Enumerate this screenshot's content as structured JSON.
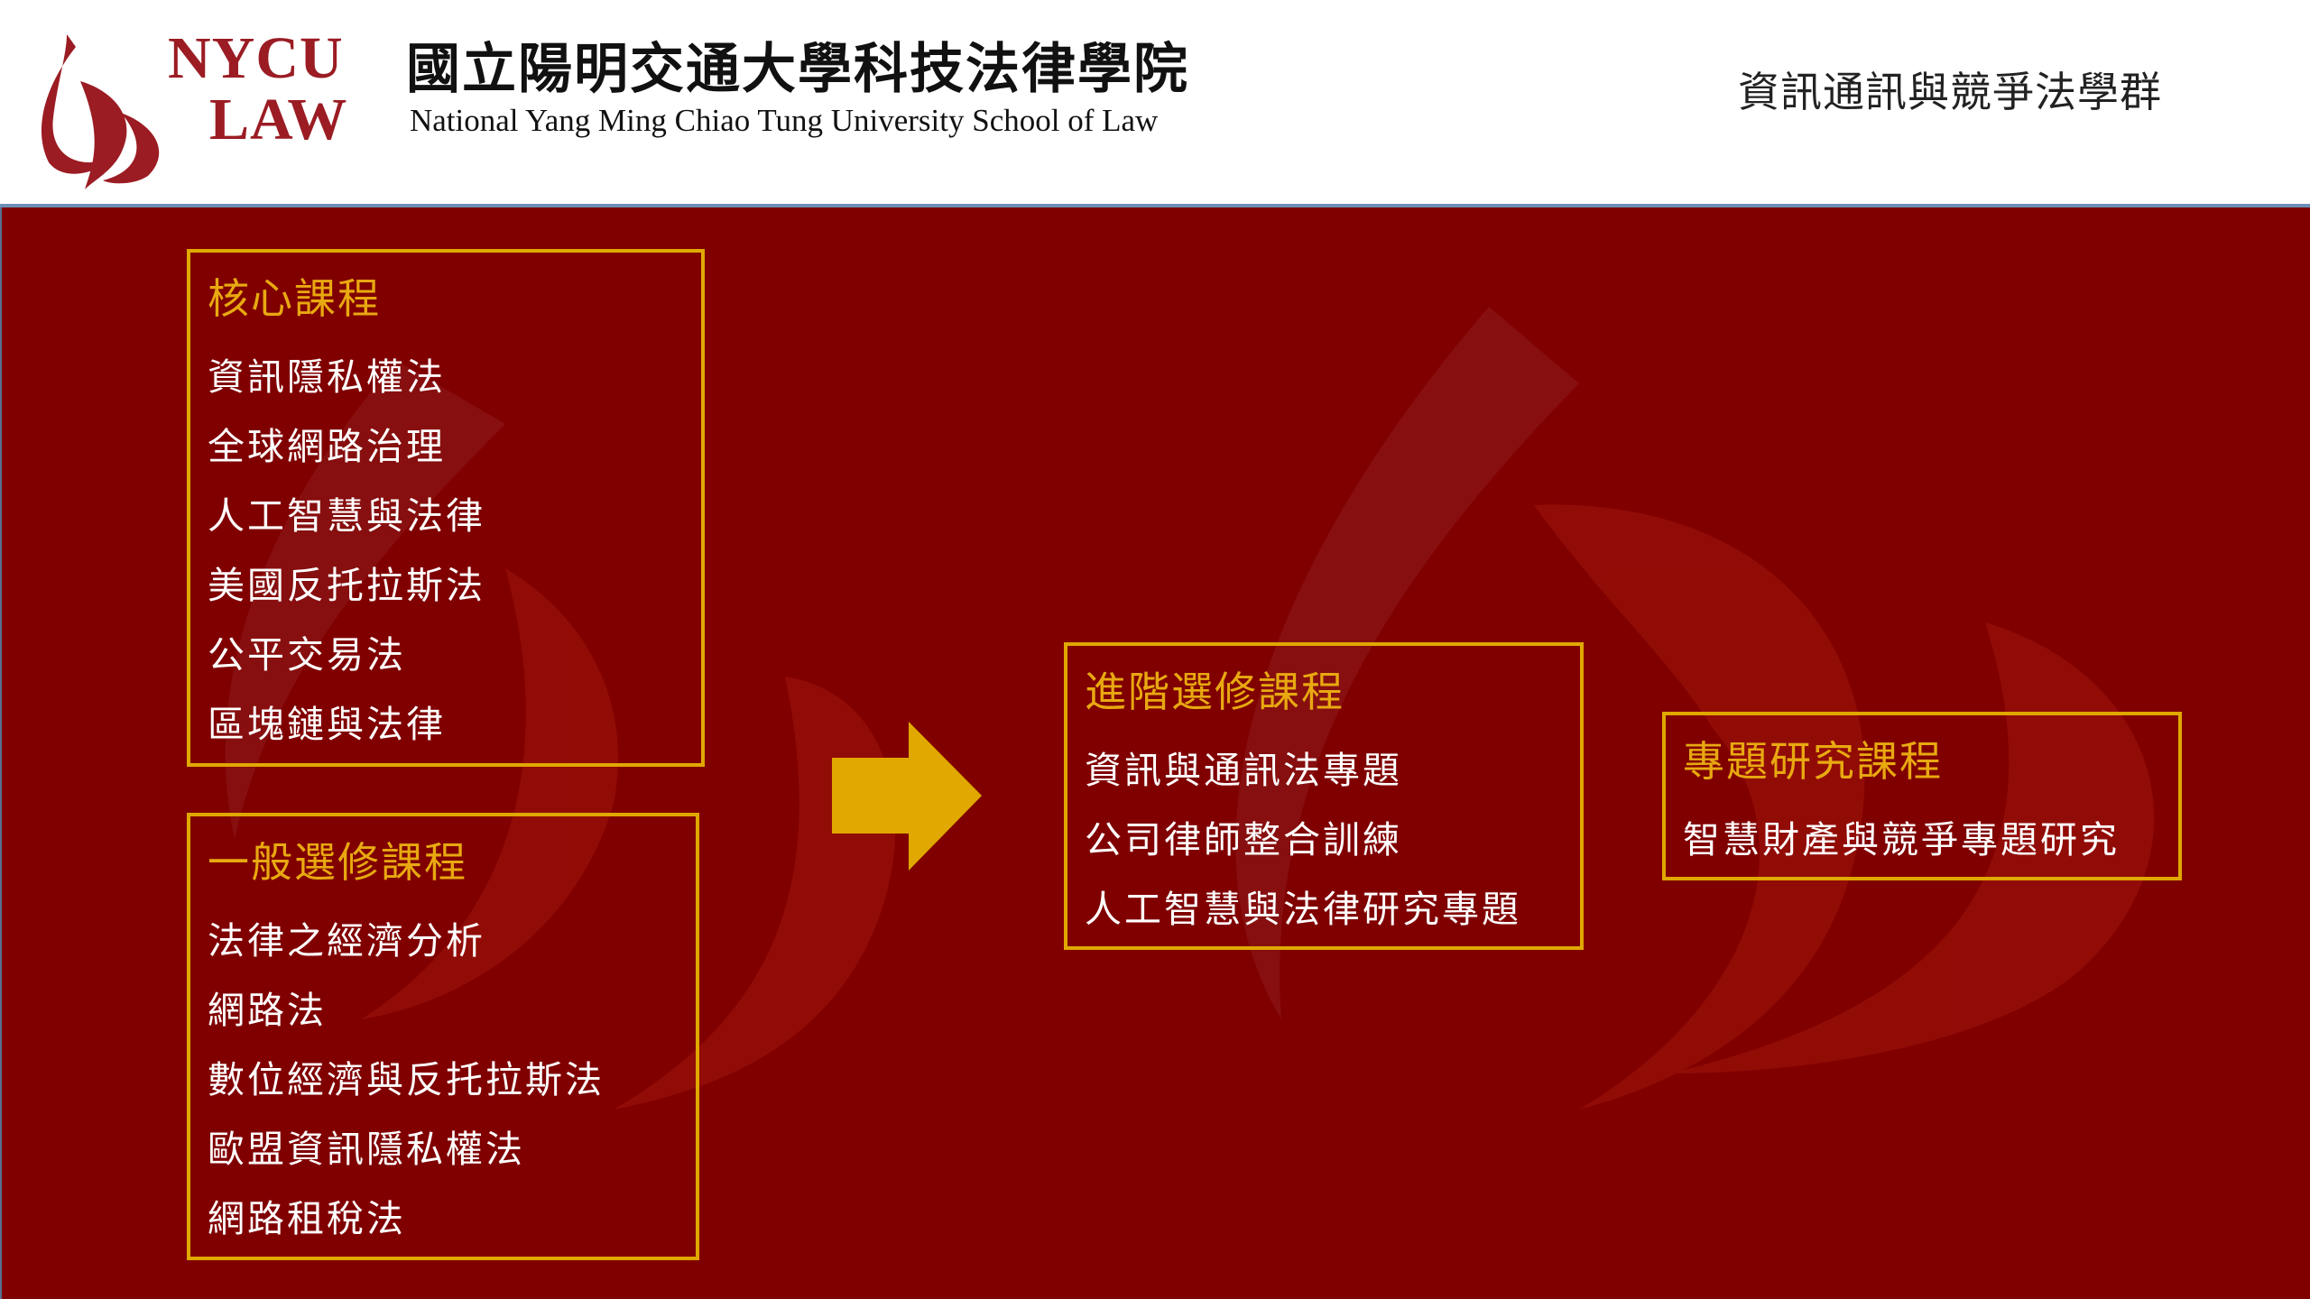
{
  "header": {
    "logo_line1": "NYCU",
    "logo_line2": "LAW",
    "title_zh": "國立陽明交通大學科技法律學院",
    "title_en": "National Yang Ming Chiao Tung University School of Law",
    "group_name": "資訊通訊與競爭法學群"
  },
  "colors": {
    "background": "#800000",
    "accent": "#e0a800",
    "logo_red": "#9b1c23"
  },
  "core": {
    "title": "核心課程",
    "items": [
      "資訊隱私權法",
      "全球網路治理",
      "人工智慧與法律",
      "美國反托拉斯法",
      "公平交易法",
      "區塊鏈與法律"
    ]
  },
  "general": {
    "title": "一般選修課程",
    "items": [
      "法律之經濟分析",
      "網路法",
      "數位經濟與反托拉斯法",
      "歐盟資訊隱私權法",
      "網路租稅法"
    ]
  },
  "advanced": {
    "title": "進階選修課程",
    "items": [
      "資訊與通訊法專題",
      "公司律師整合訓練",
      "人工智慧與法律研究專題"
    ]
  },
  "research": {
    "title": "專題研究課程",
    "items": [
      "智慧財產與競爭專題研究"
    ]
  }
}
